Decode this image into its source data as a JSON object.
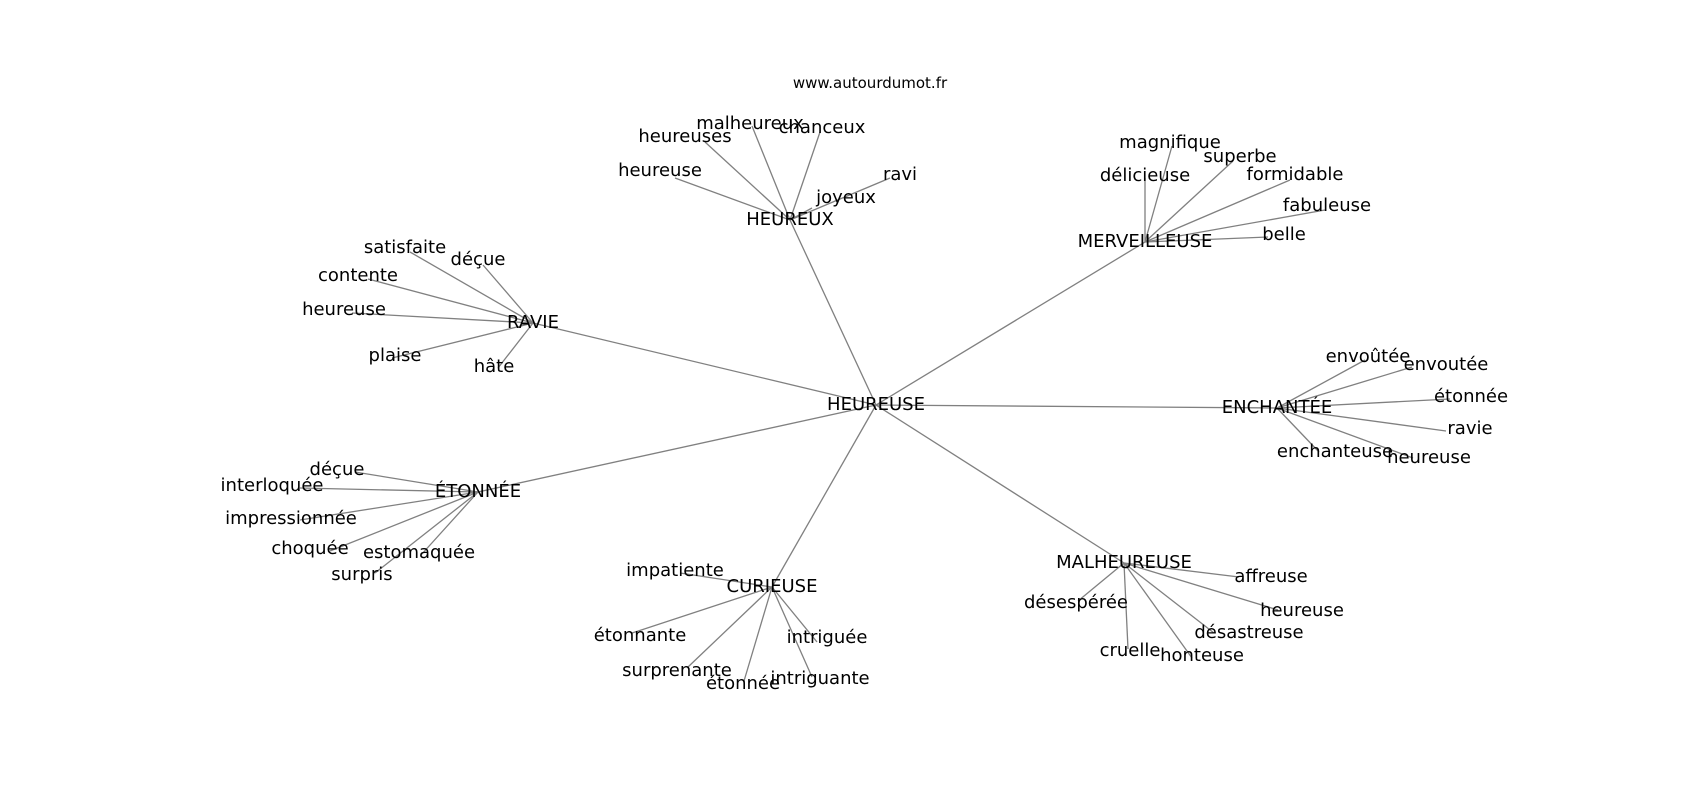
{
  "site": "www.autourdumot.fr",
  "center": "HEUREUSE",
  "clusters": [
    {
      "id": "heureux",
      "label": "HEUREUX",
      "leaves": [
        "malheureux",
        "chanceux",
        "heureuses",
        "heureuse",
        "ravi",
        "joyeux"
      ]
    },
    {
      "id": "merveilleuse",
      "label": "MERVEILLEUSE",
      "leaves": [
        "magnifique",
        "superbe",
        "délicieuse",
        "formidable",
        "fabuleuse",
        "belle"
      ]
    },
    {
      "id": "ravie",
      "label": "RAVIE",
      "leaves": [
        "satisfaite",
        "déçue",
        "contente",
        "heureuse",
        "plaise",
        "hâte"
      ]
    },
    {
      "id": "enchantee",
      "label": "ENCHANTÉE",
      "leaves": [
        "envoûtée",
        "envoutée",
        "étonnée",
        "ravie",
        "enchanteuse",
        "heureuse"
      ]
    },
    {
      "id": "etonnee",
      "label": "ÉTONNÉE",
      "leaves": [
        "déçue",
        "interloquée",
        "impressionnée",
        "choquée",
        "estomaquée",
        "surpris"
      ]
    },
    {
      "id": "curieuse",
      "label": "CURIEUSE",
      "leaves": [
        "impatiente",
        "étonnante",
        "intriguée",
        "surprenante",
        "étonnée",
        "intriguante"
      ]
    },
    {
      "id": "malheureuse",
      "label": "MALHEUREUSE",
      "leaves": [
        "affreuse",
        "désespérée",
        "heureuse",
        "désastreuse",
        "cruelle",
        "honteuse"
      ]
    }
  ]
}
